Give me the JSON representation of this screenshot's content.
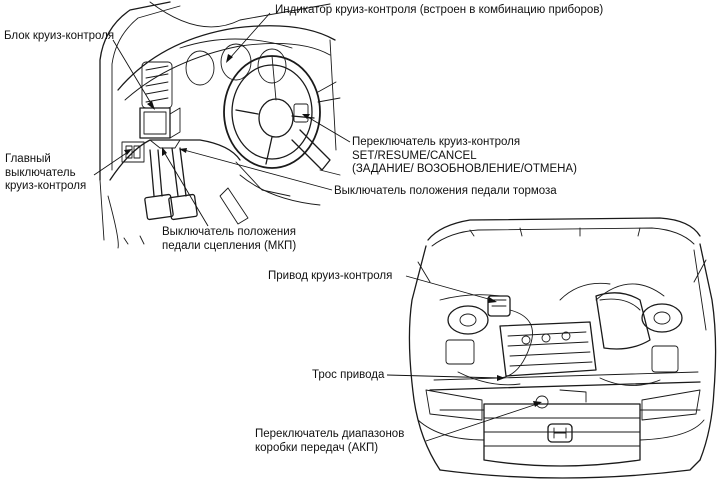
{
  "labels": {
    "indicator": "Индикатор круиз-контроля (встроен в комбинацию приборов)",
    "control_unit": "Блок круиз-контроля",
    "main_switch": [
      "Главный",
      "выключатель",
      "круиз-контроля"
    ],
    "cruise_switch": [
      "Переключатель круиз-контроля",
      "SET/RESUME/CANCEL",
      "(ЗАДАНИЕ/ ВОЗОБНОВЛЕНИЕ/ОТМЕНА)"
    ],
    "brake_switch": "Выключатель положения педали тормоза",
    "clutch_switch": [
      "Выключатель положения",
      "педали сцепления (МКП)"
    ],
    "actuator": "Привод круиз-контроля",
    "actuator_cable": "Трос привода",
    "range_switch": [
      "Переключатель диапазонов",
      "коробки передач (АКП)"
    ]
  }
}
